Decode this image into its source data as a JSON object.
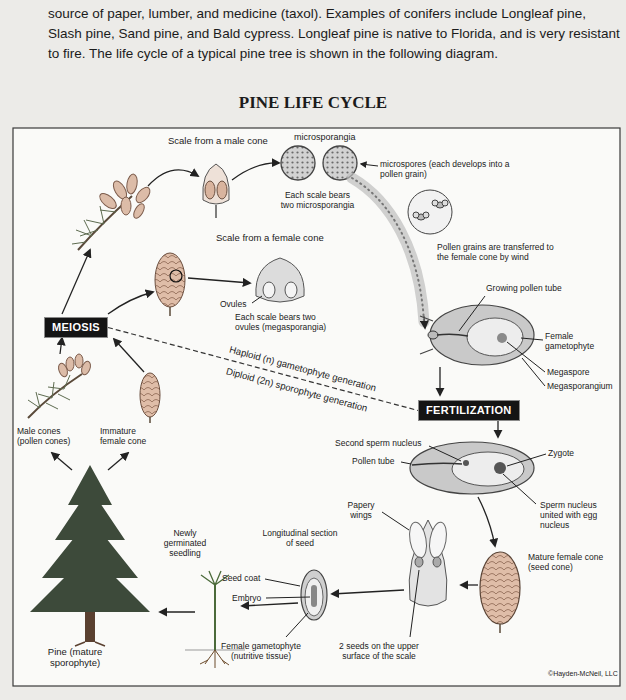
{
  "diagram": {
    "title": "PINE LIFE CYCLE",
    "nodes": [
      {
        "text": [
          "MEIOSIS"
        ]
      },
      {
        "text": [
          "FERTILIZATION"
        ]
      }
    ],
    "edges": [
      {
        "from": 0,
        "to": 1,
        "arrow": "none",
        "label": "Haploid (n) gametophyte generation"
      }
    ],
    "labels": [
      "source of paper, lumber, and medicine (taxol). Examples of conifers include Longleaf pine, Slash pine, Sand pine, and Bald cypress. Longleaf pine is native to Florida, and is very resistant to fire. The life cycle of a typical pine tree is shown in the following diagram.",
      "Scale from a male cone",
      "microsporangia",
      "microspores (each develops into a pollen grain)",
      "Each scale bears two microsporangia",
      "Scale from a female cone",
      "Pollen grains are transferred to the female cone by wind",
      "Growing pollen tube",
      "Ovules",
      "Each scale bears two ovules (megasporangia)",
      "Female gametophyte",
      "Megaspore",
      "Megasporangium",
      "Male cones (pollen cones)",
      "Immature female cone",
      "Second sperm nucleus",
      "Pollen tube",
      "Zygote",
      "Papery wings",
      "Sperm nucleus united with egg nucleus",
      "Newly germinated seedling",
      "Longitudinal section of seed",
      "Seed coat",
      "Embryo",
      "Mature female cone (seed cone)",
      "Pine (mature sporophyte)",
      "Female gametophyte (nutritive tissue)",
      "2 seeds on the upper surface of the scale",
      "©Hayden-McNeil, LLC",
      "Diploid (2n) sporophyte generation"
    ]
  }
}
